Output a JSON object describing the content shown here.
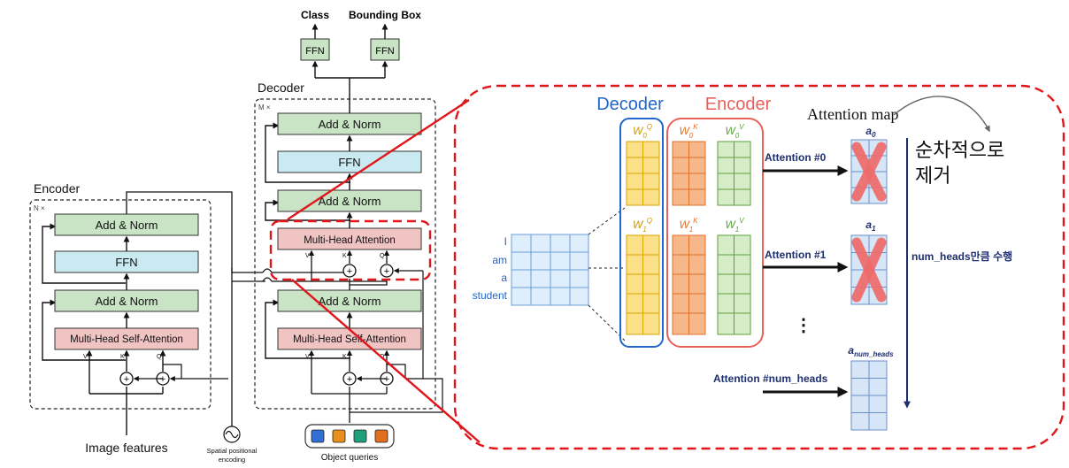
{
  "encoder": {
    "title": "Encoder",
    "repeat": "N ×",
    "add_norm_top": "Add & Norm",
    "ffn": "FFN",
    "add_norm_bottom": "Add & Norm",
    "self_attention": "Multi-Head Self-Attention",
    "v": "V",
    "k": "K",
    "q": "Q",
    "input": "Image features"
  },
  "positional": {
    "label_line1": "Spatial positional",
    "label_line2": "encoding"
  },
  "decoder": {
    "title": "Decoder",
    "repeat": "M ×",
    "add_norm_top": "Add & Norm",
    "ffn": "FFN",
    "add_norm_mid": "Add & Norm",
    "cross_attention": "Multi-Head Attention",
    "add_norm_bottom": "Add & Norm",
    "self_attention": "Multi-Head Self-Attention",
    "v": "V",
    "k": "K",
    "q": "Q",
    "queries": "Object queries",
    "query_colors": [
      "#2f6fd6",
      "#e8901c",
      "#1fa07a",
      "#e06f1e"
    ]
  },
  "heads": {
    "class_label": "Class",
    "box_label": "Bounding Box",
    "ffn": "FFN"
  },
  "detail": {
    "decoder_title": "Decoder",
    "encoder_title": "Encoder",
    "attention_map_label": "Attention map",
    "tokens": [
      "I",
      "am",
      "a",
      "student"
    ],
    "wq0_base": "W",
    "wq0_sub": "0",
    "wq0_sup": "Q",
    "wk0_base": "W",
    "wk0_sub": "0",
    "wk0_sup": "K",
    "wv0_base": "W",
    "wv0_sub": "0",
    "wv0_sup": "V",
    "wq1_base": "W",
    "wq1_sub": "1",
    "wq1_sup": "Q",
    "wk1_base": "W",
    "wk1_sub": "1",
    "wk1_sup": "K",
    "wv1_base": "W",
    "wv1_sub": "1",
    "wv1_sup": "V",
    "attn0": "Attention #0",
    "attn1": "Attention #1",
    "attn_n": "Attention #num_heads",
    "a0_base": "a",
    "a0_sub": "0",
    "a1_base": "a",
    "a1_sub": "1",
    "an_base": "a",
    "an_sub": "num_heads",
    "ellipsis": "⋮",
    "remove_line1": "순차적으로",
    "remove_line2": "제거",
    "repeat_note": "num_heads만큼 수행",
    "colors": {
      "decoder_blue": "#2166c8",
      "encoder_red": "#e8605a",
      "query_yellow": "#fbe08a",
      "key_orange": "#f6b88a",
      "value_green": "#d6ecc8",
      "dashed_red": "#e0161b"
    }
  }
}
